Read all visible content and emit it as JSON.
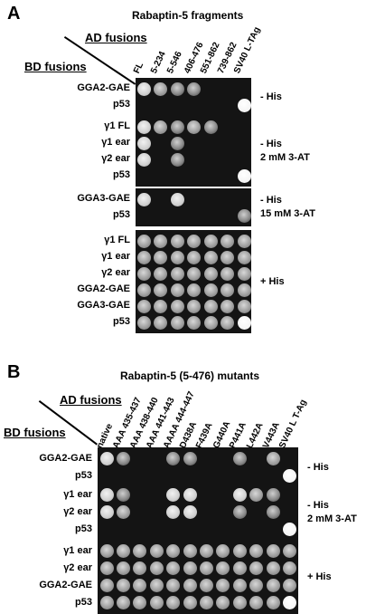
{
  "panel_a": {
    "letter": "A",
    "title": "Rabaptin-5 fragments",
    "ad_header": "AD fusions",
    "bd_header": "BD fusions",
    "columns": [
      "FL",
      "5-234",
      "5-546",
      "406-476",
      "551-862",
      "739-862",
      "SV40 L-TAg"
    ],
    "blocks": [
      {
        "rows": [
          "GGA2-GAE",
          "p53"
        ],
        "condition": [
          "- His"
        ],
        "growth": [
          [
            3,
            1,
            2,
            2,
            0,
            0,
            0
          ],
          [
            0,
            0,
            0,
            0,
            0,
            0,
            4
          ]
        ]
      },
      {
        "rows": [
          "γ1 FL",
          "γ1 ear",
          "γ2 ear",
          "p53"
        ],
        "condition": [
          "- His",
          "2 mM 3-AT"
        ],
        "growth": [
          [
            3,
            1,
            2,
            1,
            2,
            0,
            0
          ],
          [
            3,
            0,
            2,
            0,
            0,
            0,
            0
          ],
          [
            3,
            0,
            2,
            0,
            0,
            0,
            0
          ],
          [
            0,
            0,
            0,
            0,
            0,
            0,
            4
          ]
        ]
      },
      {
        "rows": [
          "GGA3-GAE",
          "p53"
        ],
        "condition": [
          "- His",
          "15 mM 3-AT"
        ],
        "growth": [
          [
            3,
            0,
            3,
            0,
            0,
            0,
            0
          ],
          [
            0,
            0,
            0,
            0,
            0,
            0,
            2
          ]
        ]
      },
      {
        "rows": [
          "γ1 FL",
          "γ1 ear",
          "γ2 ear",
          "GGA2-GAE",
          "GGA3-GAE",
          "p53"
        ],
        "condition": [
          "+ His"
        ],
        "growth": [
          [
            1,
            1,
            1,
            1,
            1,
            1,
            1
          ],
          [
            1,
            1,
            1,
            1,
            1,
            1,
            1
          ],
          [
            1,
            1,
            1,
            1,
            1,
            1,
            1
          ],
          [
            1,
            1,
            1,
            1,
            1,
            1,
            1
          ],
          [
            1,
            1,
            1,
            1,
            1,
            1,
            1
          ],
          [
            1,
            1,
            1,
            1,
            1,
            1,
            4
          ]
        ]
      }
    ]
  },
  "panel_b": {
    "letter": "B",
    "title": "Rabaptin-5 (5-476) mutants",
    "ad_header": "AD fusions",
    "bd_header": "BD fusions",
    "columns": [
      "native",
      "AAA 435-437",
      "AAA 438-440",
      "AAA 441-443",
      "AAAA 444-447",
      "D438A",
      "F439A",
      "G440A",
      "P441A",
      "L442A",
      "V443A",
      "SV40 L T-Ag"
    ],
    "blocks": [
      {
        "rows": [
          "GGA2-GAE",
          "p53"
        ],
        "condition": [
          "- His"
        ],
        "growth": [
          [
            3,
            2,
            0,
            0,
            2,
            2,
            0,
            0,
            2,
            0,
            1,
            0
          ],
          [
            0,
            0,
            0,
            0,
            0,
            0,
            0,
            0,
            0,
            0,
            0,
            4
          ]
        ]
      },
      {
        "rows": [
          "γ1 ear",
          "γ2 ear",
          "p53"
        ],
        "condition": [
          "- His",
          "2 mM 3-AT"
        ],
        "growth": [
          [
            3,
            2,
            0,
            0,
            3,
            3,
            0,
            0,
            3,
            1,
            2,
            0
          ],
          [
            3,
            1,
            0,
            0,
            3,
            3,
            0,
            0,
            2,
            0,
            2,
            0
          ],
          [
            0,
            0,
            0,
            0,
            0,
            0,
            0,
            0,
            0,
            0,
            0,
            4
          ]
        ]
      },
      {
        "rows": [
          "γ1 ear",
          "γ2 ear",
          "GGA2-GAE",
          "p53"
        ],
        "condition": [
          "+ His"
        ],
        "growth": [
          [
            1,
            1,
            1,
            1,
            1,
            1,
            1,
            1,
            1,
            1,
            1,
            1
          ],
          [
            1,
            1,
            1,
            1,
            1,
            1,
            1,
            1,
            1,
            1,
            1,
            1
          ],
          [
            1,
            1,
            1,
            1,
            1,
            1,
            1,
            1,
            1,
            1,
            1,
            1
          ],
          [
            1,
            1,
            1,
            1,
            1,
            1,
            1,
            1,
            1,
            1,
            1,
            4
          ]
        ]
      }
    ]
  },
  "colors": {
    "plate": "#141414",
    "background": "#ffffff",
    "text": "#000000"
  }
}
